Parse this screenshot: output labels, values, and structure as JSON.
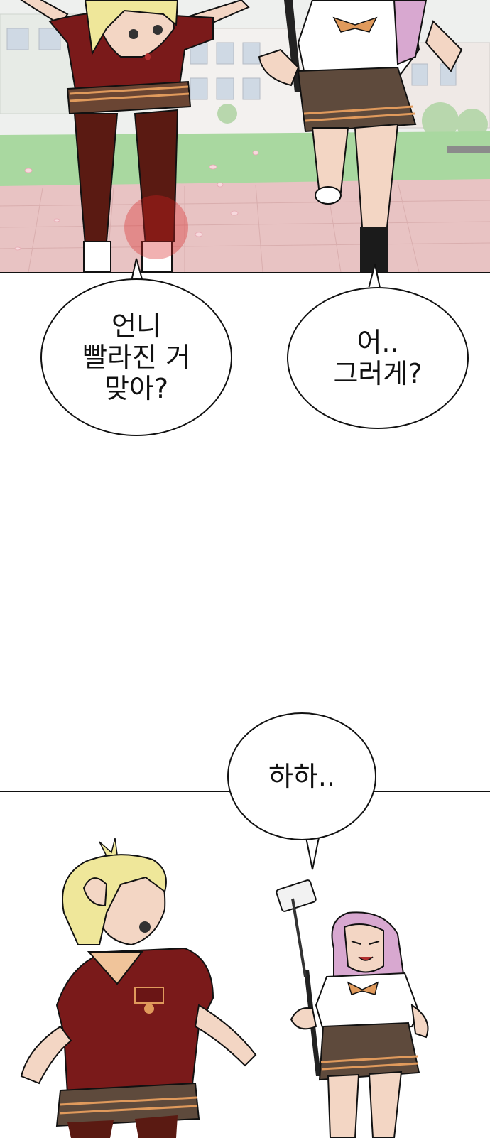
{
  "bubbles": {
    "younger_question": [
      "언니",
      "빨라진 거",
      "맞아?"
    ],
    "older_answer": [
      "어..",
      "그러게?"
    ],
    "older_laugh": [
      "하하.."
    ]
  },
  "colors": {
    "uniform_maroon": "#7a1a1a",
    "hair_blonde": "#efe79a",
    "hair_pink": "#d8a8d0",
    "skirt_brown": "#5e4a3c",
    "plaza_pink": "#e8c3c3",
    "grass_green": "#a9d8a0",
    "outline": "#111111"
  }
}
